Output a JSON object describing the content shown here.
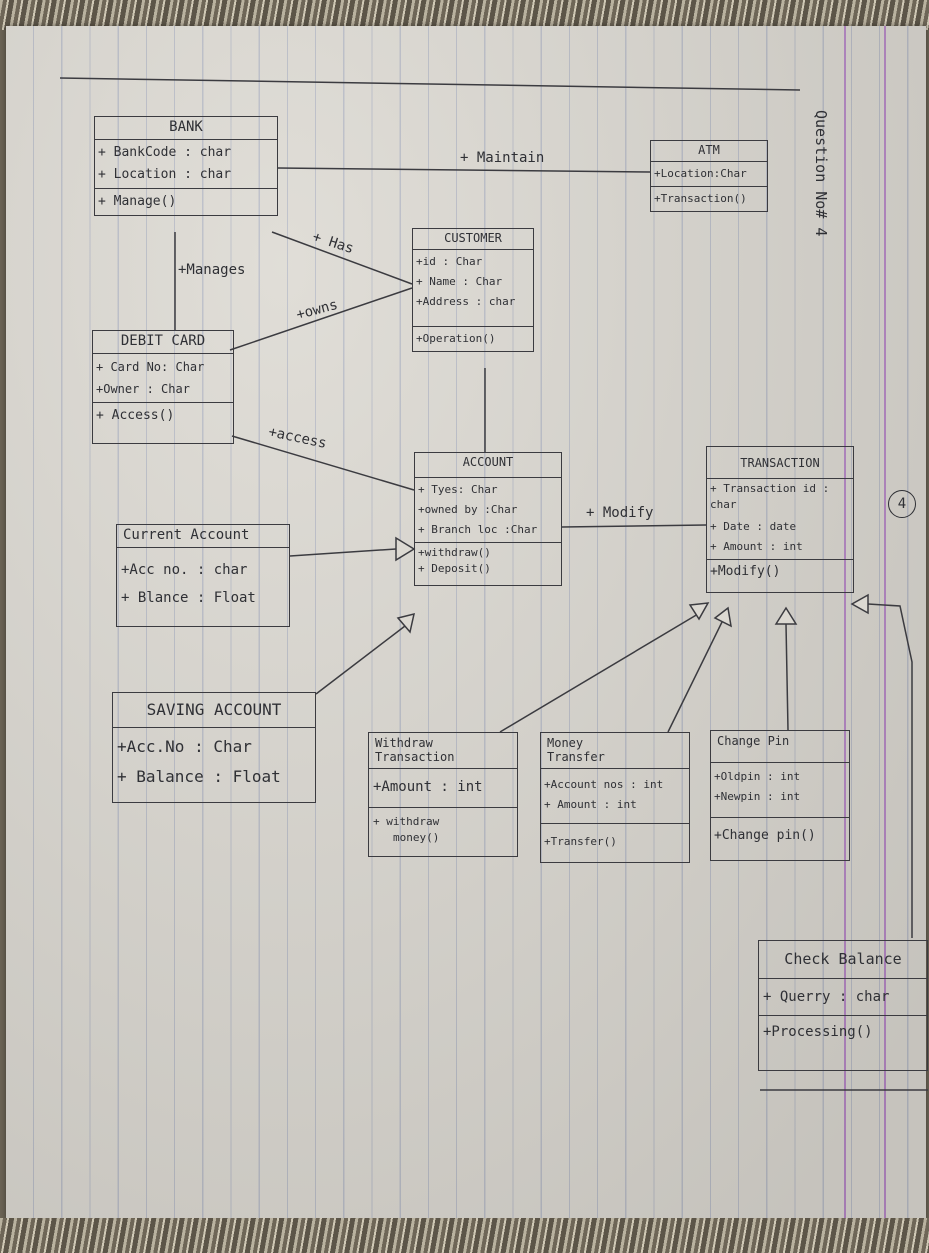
{
  "page_heading": "Question No# 4",
  "page_number": "4",
  "classes": {
    "bank": {
      "name": "BANK",
      "attributes": [
        "+ BankCode : char",
        "+ Location : char"
      ],
      "operations": [
        "+ Manage()"
      ]
    },
    "atm": {
      "name": "ATM",
      "attributes": [
        "+Location:Char"
      ],
      "operations": [
        "+Transaction()"
      ]
    },
    "customer": {
      "name": "CUSTOMER",
      "attributes": [
        "+id : Char",
        "+ Name : Char",
        "+Address : char"
      ],
      "operations": [
        "+Operation()"
      ]
    },
    "debit_card": {
      "name": "DEBIT CARD",
      "attributes": [
        "+ Card No: Char",
        "+Owner : Char"
      ],
      "operations": [
        "+ Access()"
      ]
    },
    "account": {
      "name": "ACCOUNT",
      "attributes": [
        "+ Tyes: Char",
        "+owned by :Char",
        "+ Branch loc :Char"
      ],
      "operations": [
        "+withdraw()",
        "+ Deposit()"
      ]
    },
    "transaction": {
      "name": "TRANSACTION",
      "attributes": [
        "+ Transaction id : char",
        "+ Date : date",
        "+ Amount : int"
      ],
      "operations": [
        "+Modify()"
      ]
    },
    "current_account": {
      "name": "Current Account",
      "attributes": [
        "+Acc no. : char",
        "+ Blance : Float"
      ],
      "operations": []
    },
    "saving_account": {
      "name": "SAVING ACCOUNT",
      "attributes": [
        "+Acc.No : Char",
        "+ Balance : Float"
      ],
      "operations": []
    },
    "withdraw_transaction": {
      "name": "Withdraw\nTransaction",
      "attributes": [
        "+Amount : int"
      ],
      "operations": [
        "+ withdraw",
        "money()"
      ]
    },
    "money_transfer": {
      "name": "Money\nTransfer",
      "attributes": [
        "+Account nos : int",
        "+ Amount : int"
      ],
      "operations": [
        "+Transfer()"
      ]
    },
    "change_pin": {
      "name": "Change Pin",
      "attributes": [
        "+Oldpin : int",
        "+Newpin : int"
      ],
      "operations": [
        "+Change pin()"
      ]
    },
    "check_balance": {
      "name": "Check Balance",
      "attributes": [
        "+ Querry : char"
      ],
      "operations": [
        "+Processing()"
      ]
    }
  },
  "associations": {
    "maintain": "+ Maintain",
    "has": "+ Has",
    "manages": "+Manages",
    "owns": "+owns",
    "access": "+access",
    "modify": "+ Modify"
  }
}
